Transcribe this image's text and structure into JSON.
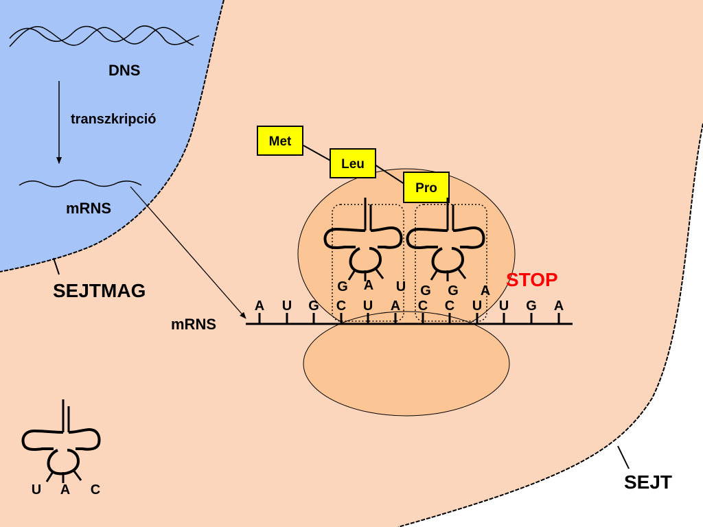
{
  "labels": {
    "dns": "DNS",
    "transcription": "transzkripció",
    "mrns_nucleus": "mRNS",
    "nucleus": "SEJTMAG",
    "mrns_strand": "mRNS",
    "cell": "SEJT",
    "stop": "STOP"
  },
  "amino_acids": [
    "Met",
    "Leu",
    "Pro"
  ],
  "codons": [
    "A",
    "U",
    "G",
    "C",
    "U",
    "A",
    "C",
    "C",
    "U",
    "U",
    "G",
    "A"
  ],
  "trna_bound_1": {
    "anticodon": [
      "G",
      "A",
      "U"
    ]
  },
  "trna_bound_2": {
    "anticodon": [
      "G",
      "G",
      "A"
    ]
  },
  "trna_free": {
    "anticodon": [
      "U",
      "A",
      "C"
    ]
  },
  "colors": {
    "nucleus": "#a6c4f7",
    "cytoplasm": "#fcd5bd",
    "ribosome": "#fbc595",
    "amino_box": "#ffff00",
    "stop": "#ff0000",
    "ink": "#000000"
  }
}
